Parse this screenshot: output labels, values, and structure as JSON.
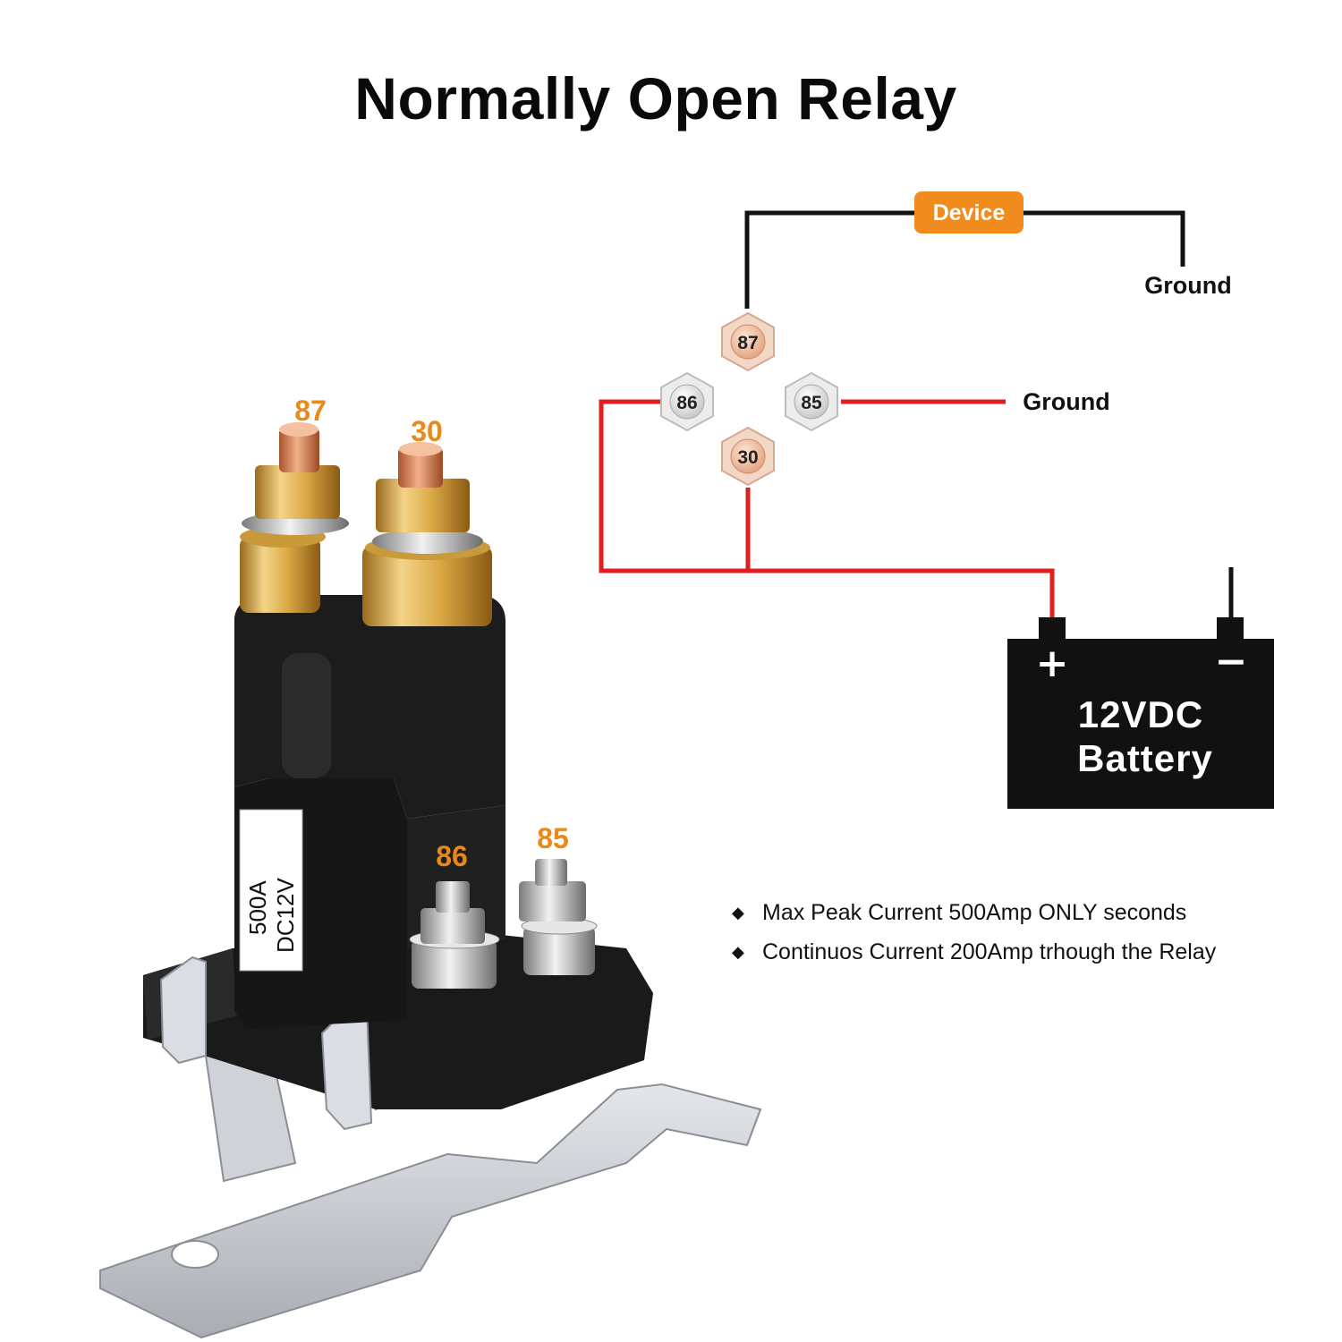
{
  "title": "Normally Open Relay",
  "relay_photo": {
    "terminals": [
      "87",
      "30",
      "86",
      "85"
    ],
    "case_label_line1": "500A",
    "case_label_line2": "DC12V"
  },
  "wiring_diagram": {
    "device_label": "Device",
    "pins": [
      "87",
      "86",
      "85",
      "30"
    ],
    "ground_top": "Ground",
    "ground_middle": "Ground",
    "battery_line1": "12VDC",
    "battery_line2": "Battery",
    "battery_plus": "+",
    "battery_minus": "−",
    "colors": {
      "positive_wire": "#e01e1e",
      "device_wire": "#111111",
      "label_orange": "#e88a1a"
    }
  },
  "specs": [
    "Max Peak Current 500Amp ONLY seconds",
    "Continuos Current 200Amp trhough the Relay"
  ],
  "bullet_glyph": "◆"
}
